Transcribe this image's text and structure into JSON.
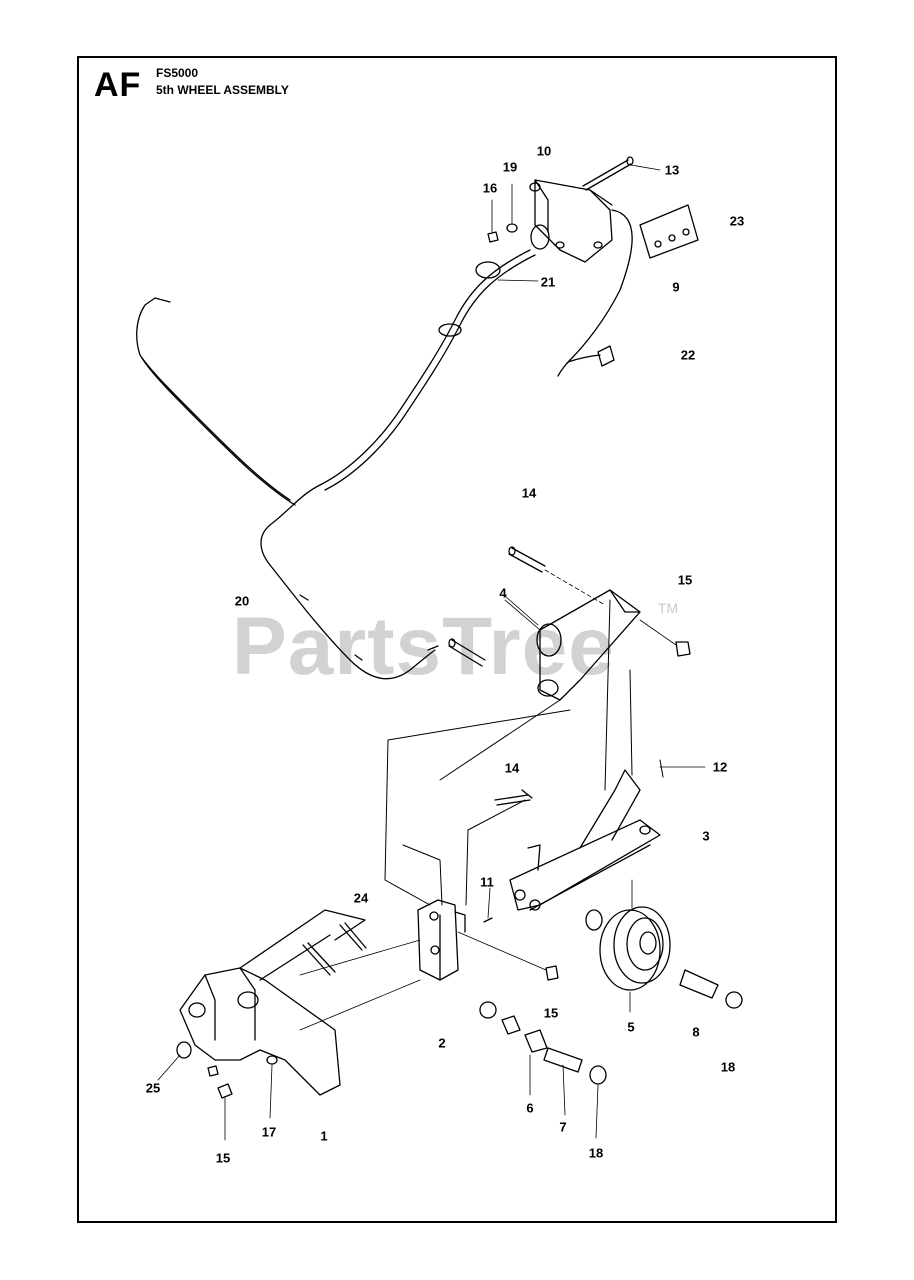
{
  "header": {
    "section_code": "AF",
    "model": "FS5000",
    "title": "5th WHEEL ASSEMBLY"
  },
  "watermark": {
    "text": "PartsTree",
    "trademark": "TM"
  },
  "callouts": {
    "c1": "1",
    "c2": "2",
    "c3": "3",
    "c4": "4",
    "c5": "5",
    "c6": "6",
    "c7": "7",
    "c8": "8",
    "c9": "9",
    "c10": "10",
    "c11": "11",
    "c12": "12",
    "c13": "13",
    "c14a": "14",
    "c14b": "14",
    "c15a": "15",
    "c15b": "15",
    "c15c": "15",
    "c16": "16",
    "c17": "17",
    "c18a": "18",
    "c18b": "18",
    "c19": "19",
    "c20": "20",
    "c21": "21",
    "c22": "22",
    "c23": "23",
    "c24": "24",
    "c25": "25"
  }
}
